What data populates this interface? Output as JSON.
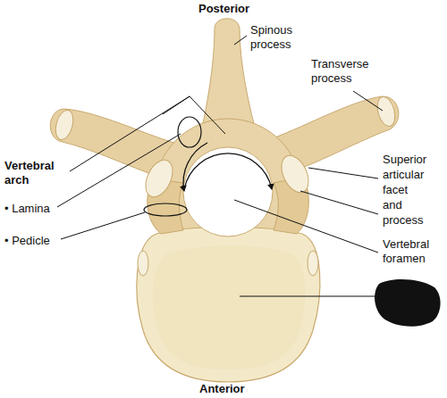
{
  "diagram": {
    "labels": [
      "Posterior",
      "Spinous process",
      "Transverse process",
      "Vertebral arch",
      "• Lamina",
      "• Pedicle",
      "Superior articular facet and process",
      "Vertebral foramen",
      "Anterior"
    ]
  }
}
